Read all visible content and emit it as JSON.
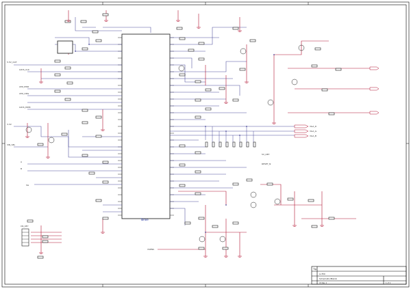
{
  "schematic": {
    "ic_label": "Tahoe",
    "title_block": {
      "logo": "Tip",
      "line1": "A-350",
      "line2": "Schematic/Mainb",
      "line3": "C3 Rev 1",
      "sheet": "1 of 1"
    },
    "net_labels": {
      "left_top_1": "5.5V_OUT",
      "left_top_2": "LVDS_CLK",
      "left_top_3": "LED_PWR",
      "left_top_4": "LED_ORG",
      "left_mid_1": "LVDS_PWM",
      "left_mid_2": "3.3V",
      "left_bot_1": "VIN_SEL",
      "left_bot_2": "A",
      "left_bot_3": "B",
      "left_bot_4": "SG",
      "right_1": "VGA_R",
      "right_2": "VGA_G",
      "right_3": "VGA_B",
      "bottom_sense": "VSENS",
      "right_mid_1": "5V_DET",
      "right_mid_2": "RESET_N"
    },
    "connector_label": "CN_KEY"
  }
}
